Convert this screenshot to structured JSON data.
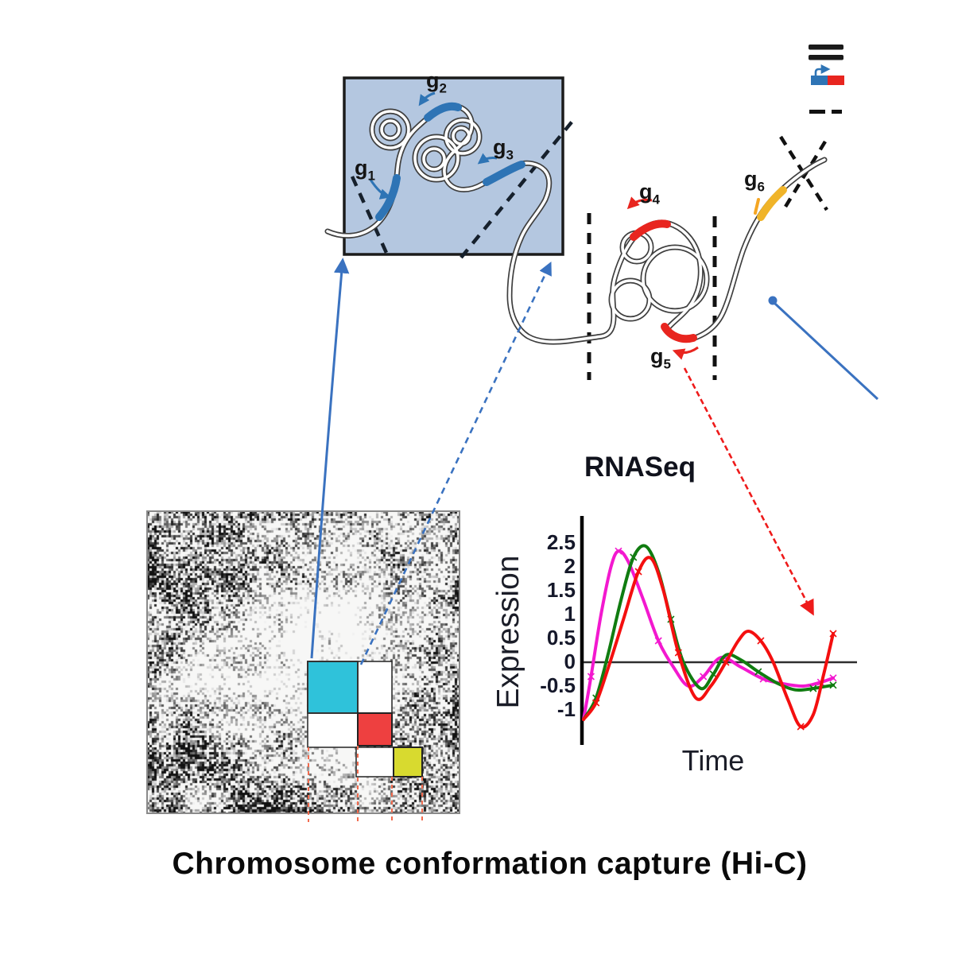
{
  "figure": {
    "hic_caption": "Chromosome conformation capture (Hi-C)",
    "rnaseq": {
      "title": "RNASeq",
      "ylabel": "Expression",
      "xlabel": "Time",
      "ytick_labels": [
        "2.5",
        "2",
        "1.5",
        "1",
        "0.5",
        "0",
        "-0.5",
        "-1"
      ]
    },
    "genes": [
      {
        "base": "g",
        "sub": "1",
        "color": "#2e74b5"
      },
      {
        "base": "g",
        "sub": "2",
        "color": "#2e74b5"
      },
      {
        "base": "g",
        "sub": "3",
        "color": "#2e74b5"
      },
      {
        "base": "g",
        "sub": "4",
        "color": "#e8251f"
      },
      {
        "base": "g",
        "sub": "5",
        "color": "#e8251f"
      },
      {
        "base": "g",
        "sub": "6",
        "color": "#f0b429"
      }
    ],
    "legend_icons": [
      "chromatin-fiber-icon",
      "gene-promoter-icon",
      "domain-boundary-icon"
    ],
    "colors": {
      "tad_box_fill": "#b4c7e0",
      "arrow_blue": "#3a72c0",
      "gene_blue": "#2e74b5",
      "gene_red": "#e8251f",
      "gene_gold": "#f0b429",
      "hic_domain_cyan": "#2fc2da",
      "hic_domain_red": "#ee4040",
      "hic_domain_yellow": "#d8da2f",
      "hic_boundary_dash_red": "#f26b4e"
    }
  },
  "chart_data": {
    "type": "line",
    "title": "RNASeq",
    "xlabel": "Time",
    "ylabel": "Expression",
    "ylim": [
      -1.5,
      2.8
    ],
    "yticks": [
      2.5,
      2,
      1.5,
      1,
      0.5,
      0,
      -0.5,
      -1
    ],
    "x_axis": "time, unlabeled, normalized 0-1",
    "grid": false,
    "legend": "none",
    "series": [
      {
        "name": "magenta-gene-cluster",
        "color": "#f318cf",
        "x": [
          0,
          0.03,
          0.07,
          0.11,
          0.14,
          0.18,
          0.24,
          0.3,
          0.36,
          0.42,
          0.48,
          0.55,
          0.63,
          0.72,
          0.8,
          0.88,
          0.95,
          1.0
        ],
        "y": [
          -1.2,
          -0.3,
          1.0,
          2.0,
          2.33,
          2.1,
          1.3,
          0.45,
          -0.1,
          -0.5,
          -0.3,
          0.1,
          -0.1,
          -0.35,
          -0.45,
          -0.5,
          -0.42,
          -0.33
        ]
      },
      {
        "name": "green-gene-cluster",
        "color": "#107c10",
        "x": [
          0,
          0.05,
          0.1,
          0.15,
          0.2,
          0.25,
          0.3,
          0.35,
          0.4,
          0.47,
          0.52,
          0.57,
          0.63,
          0.7,
          0.78,
          0.85,
          0.92,
          1.0
        ],
        "y": [
          -1.2,
          -0.75,
          0.2,
          1.3,
          2.2,
          2.43,
          1.9,
          0.9,
          0.0,
          -0.55,
          -0.25,
          0.15,
          0.05,
          -0.2,
          -0.45,
          -0.58,
          -0.55,
          -0.48
        ]
      },
      {
        "name": "red-gene-cluster",
        "color": "#f40f0f",
        "x": [
          0,
          0.05,
          0.1,
          0.16,
          0.22,
          0.27,
          0.32,
          0.38,
          0.45,
          0.51,
          0.57,
          0.62,
          0.66,
          0.71,
          0.76,
          0.82,
          0.87,
          0.92,
          0.96,
          1.0
        ],
        "y": [
          -1.2,
          -0.85,
          -0.1,
          0.9,
          1.9,
          2.18,
          1.5,
          0.2,
          -0.75,
          -0.5,
          0.0,
          0.45,
          0.65,
          0.45,
          0.0,
          -0.8,
          -1.35,
          -1.1,
          -0.3,
          0.6
        ]
      }
    ]
  }
}
